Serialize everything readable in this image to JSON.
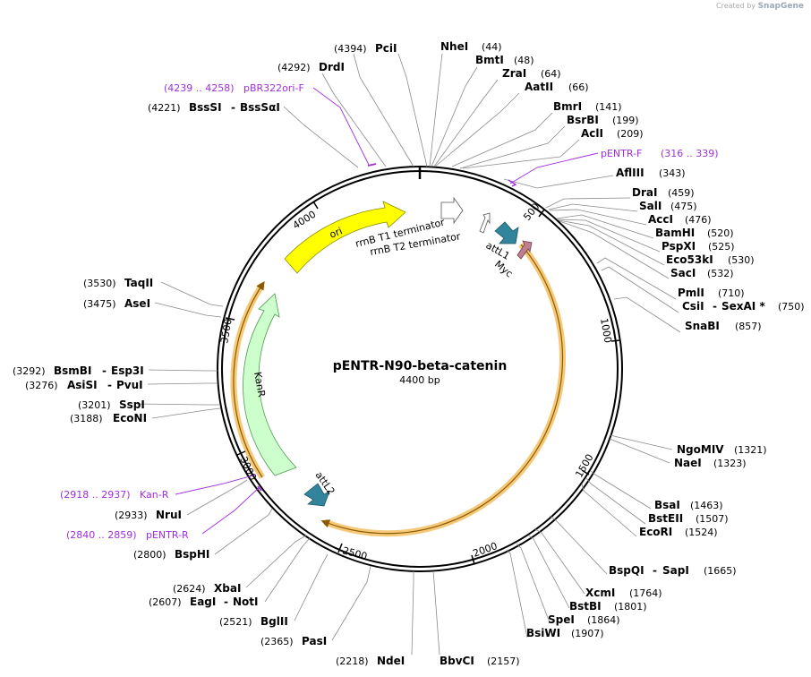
{
  "watermark": {
    "prefix": "Created by",
    "brand": "SnapGene"
  },
  "plasmid": {
    "name": "pENTR-N90-beta-catenin",
    "length_label": "4400 bp",
    "length": 4400
  },
  "ticks": [
    "500",
    "1000",
    "1500",
    "2000",
    "2500",
    "3000",
    "3500",
    "4000"
  ],
  "sites": [
    {
      "pos": "(44)",
      "names": [
        "NheI"
      ]
    },
    {
      "pos": "(48)",
      "names": [
        "BmtI"
      ]
    },
    {
      "pos": "(64)",
      "names": [
        "ZraI"
      ]
    },
    {
      "pos": "(66)",
      "names": [
        "AatII"
      ]
    },
    {
      "pos": "(141)",
      "names": [
        "BmrI"
      ]
    },
    {
      "pos": "(199)",
      "names": [
        "BsrBI"
      ]
    },
    {
      "pos": "(209)",
      "names": [
        "AclI"
      ]
    },
    {
      "pos": "(343)",
      "names": [
        "AflIII"
      ]
    },
    {
      "pos": "(459)",
      "names": [
        "DraI"
      ]
    },
    {
      "pos": "(475)",
      "names": [
        "SalI"
      ]
    },
    {
      "pos": "(476)",
      "names": [
        "AccI"
      ]
    },
    {
      "pos": "(520)",
      "names": [
        "BamHI"
      ]
    },
    {
      "pos": "(525)",
      "names": [
        "PspXI"
      ]
    },
    {
      "pos": "(530)",
      "names": [
        "Eco53kI"
      ]
    },
    {
      "pos": "(532)",
      "names": [
        "SacI"
      ]
    },
    {
      "pos": "(710)",
      "names": [
        "PmlI"
      ]
    },
    {
      "pos": "(750)",
      "names": [
        "CsiI",
        "SexAI *"
      ]
    },
    {
      "pos": "(857)",
      "names": [
        "SnaBI"
      ]
    },
    {
      "pos": "(1321)",
      "names": [
        "NgoMIV"
      ]
    },
    {
      "pos": "(1323)",
      "names": [
        "NaeI"
      ]
    },
    {
      "pos": "(1463)",
      "names": [
        "BsaI"
      ]
    },
    {
      "pos": "(1507)",
      "names": [
        "BstEII"
      ]
    },
    {
      "pos": "(1524)",
      "names": [
        "EcoRI"
      ]
    },
    {
      "pos": "(1665)",
      "names": [
        "BspQI",
        "SapI"
      ]
    },
    {
      "pos": "(1764)",
      "names": [
        "XcmI"
      ]
    },
    {
      "pos": "(1801)",
      "names": [
        "BstBI"
      ]
    },
    {
      "pos": "(1864)",
      "names": [
        "SpeI"
      ]
    },
    {
      "pos": "(1907)",
      "names": [
        "BsiWI"
      ]
    },
    {
      "pos": "(2157)",
      "names": [
        "BbvCI"
      ]
    },
    {
      "pos": "(2218)",
      "names": [
        "NdeI"
      ]
    },
    {
      "pos": "(2365)",
      "names": [
        "PasI"
      ]
    },
    {
      "pos": "(2521)",
      "names": [
        "BglII"
      ]
    },
    {
      "pos": "(2607)",
      "names": [
        "EagI",
        "NotI"
      ]
    },
    {
      "pos": "(2624)",
      "names": [
        "XbaI"
      ]
    },
    {
      "pos": "(2800)",
      "names": [
        "BspHI"
      ]
    },
    {
      "pos": "(2933)",
      "names": [
        "NruI"
      ]
    },
    {
      "pos": "(3188)",
      "names": [
        "EcoNI"
      ]
    },
    {
      "pos": "(3201)",
      "names": [
        "SspI"
      ]
    },
    {
      "pos": "(3276)",
      "names": [
        "AsiSI",
        "PvuI"
      ]
    },
    {
      "pos": "(3292)",
      "names": [
        "BsmBI",
        "Esp3I"
      ]
    },
    {
      "pos": "(3475)",
      "names": [
        "AseI"
      ]
    },
    {
      "pos": "(3530)",
      "names": [
        "TaqII"
      ]
    },
    {
      "pos": "(4221)",
      "names": [
        "BssSI",
        "BssSαI"
      ]
    },
    {
      "pos": "(4292)",
      "names": [
        "DrdI"
      ]
    },
    {
      "pos": "(4394)",
      "names": [
        "PciI"
      ]
    }
  ],
  "primers": [
    {
      "name": "pENTR-F",
      "range": "(316 .. 339)"
    },
    {
      "name": "pBR322ori-F",
      "range": "(4239 .. 4258)"
    },
    {
      "name": "Kan-R",
      "range": "(2918 .. 2937)"
    },
    {
      "name": "pENTR-R",
      "range": "(2840 .. 2859)"
    }
  ],
  "features": {
    "ori": "ori",
    "kanr": "KanR",
    "rrnb_t1": "rrnB T1 terminator",
    "rrnb_t2": "rrnB T2 terminator",
    "attl1": "attL1",
    "attl2": "attL2",
    "myc": "Myc"
  },
  "colors": {
    "ori": "#ffff00",
    "kanr": "#ccffcc",
    "att": "#31849b",
    "myc": "#c08090",
    "orf_glow": "#f5c979",
    "orf_line": "#8b5a00",
    "primer": "#a02ee0"
  }
}
